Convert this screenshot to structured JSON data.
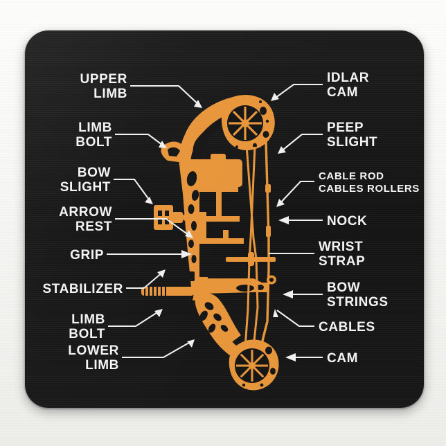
{
  "scene": {
    "product": "mouse pad",
    "surface_color": "#f6f6f4",
    "pad_color": "#171717",
    "accent_color": "#E8963C",
    "label_color": "#f4f4f4"
  },
  "diagram": {
    "subject": "compound bow parts",
    "labels_left": [
      {
        "id": "upper-limb",
        "lines": [
          "UPPER",
          "LIMB"
        ]
      },
      {
        "id": "limb-bolt-upper",
        "lines": [
          "LIMB",
          "BOLT"
        ]
      },
      {
        "id": "bow-slight",
        "lines": [
          "BOW",
          "SLIGHT"
        ]
      },
      {
        "id": "arrow-rest",
        "lines": [
          "ARROW",
          "REST"
        ]
      },
      {
        "id": "grip",
        "lines": [
          "GRIP"
        ]
      },
      {
        "id": "stabilizer",
        "lines": [
          "STABILIZER"
        ]
      },
      {
        "id": "limb-bolt-lower",
        "lines": [
          "LIMB",
          "BOLT"
        ]
      },
      {
        "id": "lower-limb",
        "lines": [
          "LOWER",
          "LIMB"
        ]
      }
    ],
    "labels_right": [
      {
        "id": "idlar-cam",
        "lines": [
          "IDLAR",
          "CAM"
        ]
      },
      {
        "id": "peep-slight",
        "lines": [
          "PEEP",
          "SLIGHT"
        ]
      },
      {
        "id": "cable-rod",
        "lines": [
          "CABLE ROD",
          "CABLES ROLLERS"
        ]
      },
      {
        "id": "nock",
        "lines": [
          "NOCK"
        ]
      },
      {
        "id": "wrist-strap",
        "lines": [
          "WRIST",
          "STRAP"
        ]
      },
      {
        "id": "bow-strings",
        "lines": [
          "BOW",
          "STRINGS"
        ]
      },
      {
        "id": "cables",
        "lines": [
          "CABLES"
        ]
      },
      {
        "id": "cam",
        "lines": [
          "CAM"
        ]
      }
    ]
  }
}
